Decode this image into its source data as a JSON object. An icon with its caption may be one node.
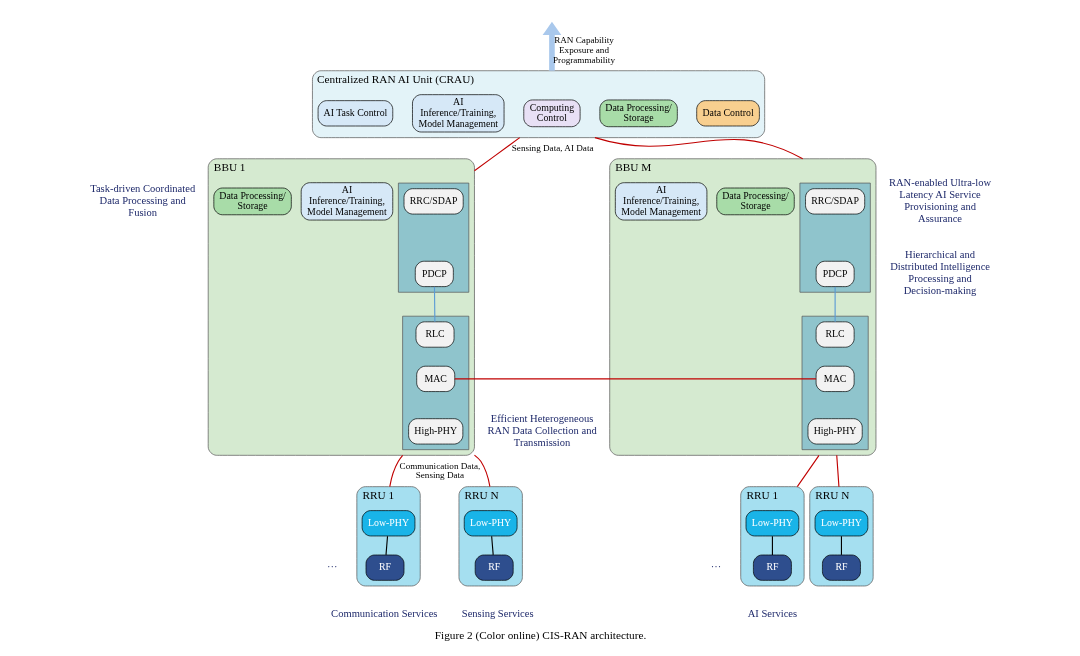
{
  "diagram": {
    "caption": "Figure 2 (Color online) CIS-RAN architecture.",
    "nodes": [
      {
        "text": [
          "Centralized RAN AI Unit (CRAU)"
        ]
      },
      {
        "text": [
          "AI Task Control"
        ],
        "in": 0
      },
      {
        "text": [
          "AI Inference/Training, Model Management"
        ],
        "in": 0
      },
      {
        "text": [
          "Computing Control"
        ],
        "in": 0
      },
      {
        "text": [
          "Data Processing/ Storage"
        ],
        "in": 0
      },
      {
        "text": [
          "Data Control"
        ],
        "in": 0
      },
      {
        "text": [
          "BBU 1"
        ]
      },
      {
        "text": [
          "AI Inference/Training, Model Management"
        ],
        "in": 6
      },
      {
        "text": [
          "Data Processing/ Storage"
        ],
        "in": 6
      },
      {
        "text": [],
        "shape": "box",
        "in": 6
      },
      {
        "text": [
          "RRC/SDAP"
        ],
        "in": 9
      },
      {
        "text": [
          "PDCP"
        ],
        "in": 9
      },
      {
        "text": [],
        "shape": "box",
        "in": 6
      },
      {
        "text": [
          "RLC"
        ],
        "in": 12
      },
      {
        "text": [
          "MAC"
        ],
        "in": 12
      },
      {
        "text": [
          "High-PHY"
        ],
        "in": 12
      },
      {
        "text": [
          "BBU M"
        ]
      },
      {
        "text": [],
        "shape": "box",
        "in": 16
      },
      {
        "text": [
          "RRC/SDAP"
        ],
        "in": 17
      },
      {
        "text": [
          "PDCP"
        ],
        "in": 17
      },
      {
        "text": [],
        "shape": "box",
        "in": 16
      },
      {
        "text": [
          "RLC"
        ],
        "in": 20
      },
      {
        "text": [
          "MAC"
        ],
        "in": 20
      },
      {
        "text": [
          "High-PHY"
        ],
        "in": 20
      },
      {
        "text": [
          "Data Processing/ Storage"
        ],
        "in": 16
      },
      {
        "text": [
          "AI Inference/Training, Model Management"
        ],
        "in": 16
      },
      {
        "text": [
          "RRU 1"
        ]
      },
      {
        "text": [
          "Low-PHY"
        ],
        "in": 26
      },
      {
        "text": [
          "RF"
        ],
        "in": 26
      },
      {
        "text": [
          "RRU N"
        ]
      },
      {
        "text": [
          "Low-PHY"
        ],
        "in": 29
      },
      {
        "text": [
          "RF"
        ],
        "in": 29
      },
      {
        "text": [
          "RRU 1"
        ]
      },
      {
        "text": [
          "Low-PHY"
        ],
        "in": 32
      },
      {
        "text": [
          "RF"
        ],
        "in": 32
      },
      {
        "text": [
          "RRU N"
        ]
      },
      {
        "text": [
          "Low-PHY"
        ],
        "in": 35
      },
      {
        "text": [
          "RF"
        ],
        "in": 35
      }
    ],
    "edges": [
      {
        "from": 0,
        "to": null,
        "arrow": "to",
        "label": "RAN Capability Exposure and Programmability",
        "style": "thick",
        "color": "#a9c8ec"
      },
      {
        "from": 0,
        "to": 6,
        "arrow": "none",
        "label": "Sensing Data, AI Data"
      },
      {
        "from": 0,
        "to": 16,
        "arrow": "none"
      },
      {
        "from": 11,
        "to": 13,
        "arrow": "none",
        "color": "#5b9bd5"
      },
      {
        "from": 19,
        "to": 21,
        "arrow": "none",
        "color": "#5b9bd5"
      },
      {
        "from": 14,
        "to": 22,
        "arrow": "none"
      },
      {
        "from": 6,
        "to": 26,
        "arrow": "none",
        "label": "Communication Data, Sensing Data"
      },
      {
        "from": 6,
        "to": 29,
        "arrow": "none"
      },
      {
        "from": 16,
        "to": 32,
        "arrow": "none"
      },
      {
        "from": 16,
        "to": 35,
        "arrow": "none"
      },
      {
        "from": 27,
        "to": 28,
        "arrow": "none",
        "color": "#000000"
      },
      {
        "from": 30,
        "to": 31,
        "arrow": "none",
        "color": "#000000"
      },
      {
        "from": 33,
        "to": 34,
        "arrow": "none",
        "color": "#000000"
      },
      {
        "from": 36,
        "to": 37,
        "arrow": "none",
        "color": "#000000"
      }
    ],
    "labels": [
      "RAN-enabled Ultra-low Latency AI Service Provisioning and Assurance",
      "Hierarchical and Distributed Intelligence Processing and Decision-making",
      "Task-driven Coordinated Data Processing and Fusion",
      "Efficient Heterogeneous RAN Data Collection and Transmission",
      "···",
      "···",
      "Communication Services",
      "Sensing Services",
      "AI Services"
    ]
  }
}
